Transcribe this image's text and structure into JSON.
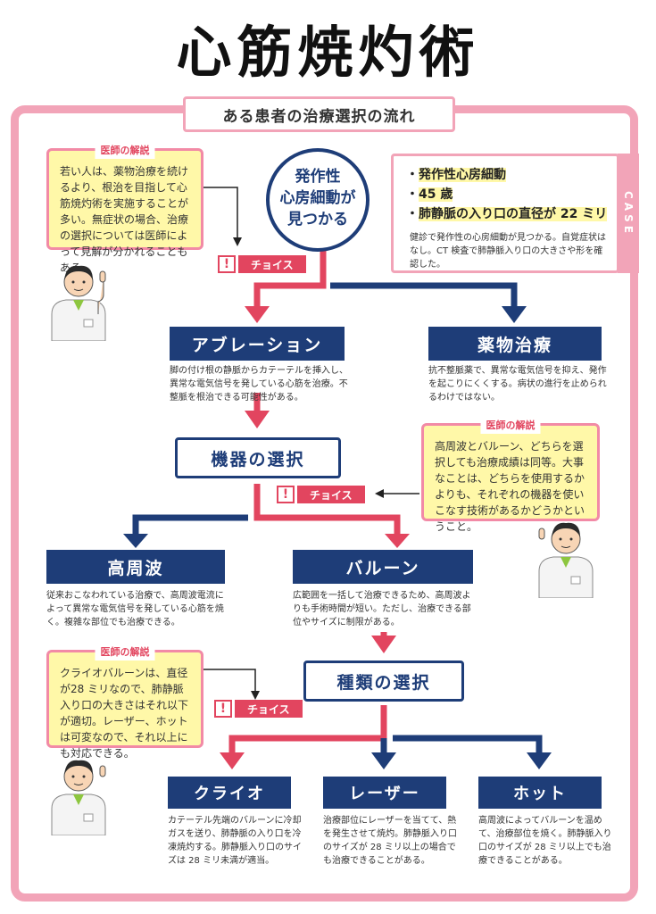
{
  "title": "心筋焼灼術",
  "subtitle": "ある患者の治療選択の流れ",
  "start_node": "発作性\n心房細動が\n見つかる",
  "case": {
    "tab_label": "CASE",
    "bullets": [
      "発作性心房細動",
      "45 歳",
      "肺静脈の入り口の直径が 22 ミリ"
    ],
    "detail": "健診で発作性の心房細動が見つかる。自覚症状はなし。CT 検査で肺静脈入り口の大きさや形を確認した。"
  },
  "notes": [
    {
      "label": "医師の解説",
      "text": "若い人は、薬物治療を続けるより、根治を目指して心筋焼灼術を実施することが多い。無症状の場合、治療の選択については医師によって見解が分かれることもある。"
    },
    {
      "label": "医師の解説",
      "text": "高周波とバルーン、どちらを選択しても治療成績は同等。大事なことは、どちらを使用するかよりも、それぞれの機器を使いこなす技術があるかどうかということ。"
    },
    {
      "label": "医師の解説",
      "text": "クライオバルーンは、直径が28 ミリなので、肺静脈入り口の大きさはそれ以下が適切。レーザー、ホットは可変なので、それ以上にも対応できる。"
    }
  ],
  "choice_label": "チョイス",
  "choice_icon": "!",
  "ablation": {
    "label": "アブレーション",
    "desc": "脚の付け根の静脈からカテーテルを挿入し、異常な電気信号を発している心筋を治療。不整脈を根治できる可能性がある。"
  },
  "drug": {
    "label": "薬物治療",
    "desc": "抗不整脈薬で、異常な電気信号を抑え、発作を起こりにくくする。病状の進行を止められるわけではない。"
  },
  "device_select": "機器の選択",
  "rf": {
    "label": "高周波",
    "desc": "従来おこなわれている治療で、高周波電流によって異常な電気信号を発している心筋を焼く。複雑な部位でも治療できる。"
  },
  "balloon": {
    "label": "バルーン",
    "desc": "広範囲を一括して治療できるため、高周波よりも手術時間が短い。ただし、治療できる部位やサイズに制限がある。"
  },
  "type_select": "種類の選択",
  "cryo": {
    "label": "クライオ",
    "desc": "カテーテル先端のバルーンに冷却ガスを送り、肺静脈の入り口を冷凍焼灼する。肺静脈入り口のサイズは 28 ミリ未満が適当。"
  },
  "laser": {
    "label": "レーザー",
    "desc": "治療部位にレーザーを当てて、熱を発生させて焼灼。肺静脈入り口のサイズが 28 ミリ以上の場合でも治療できることがある。"
  },
  "hot": {
    "label": "ホット",
    "desc": "高周波によってバルーンを温めて、治療部位を焼く。肺静脈入り口のサイズが 28 ミリ以上でも治療できることがある。"
  },
  "colors": {
    "pink_arrow": "#e2455f",
    "navy": "#1e3d78",
    "frame_pink": "#f2a4b8",
    "note_bg": "#fff8a8"
  }
}
